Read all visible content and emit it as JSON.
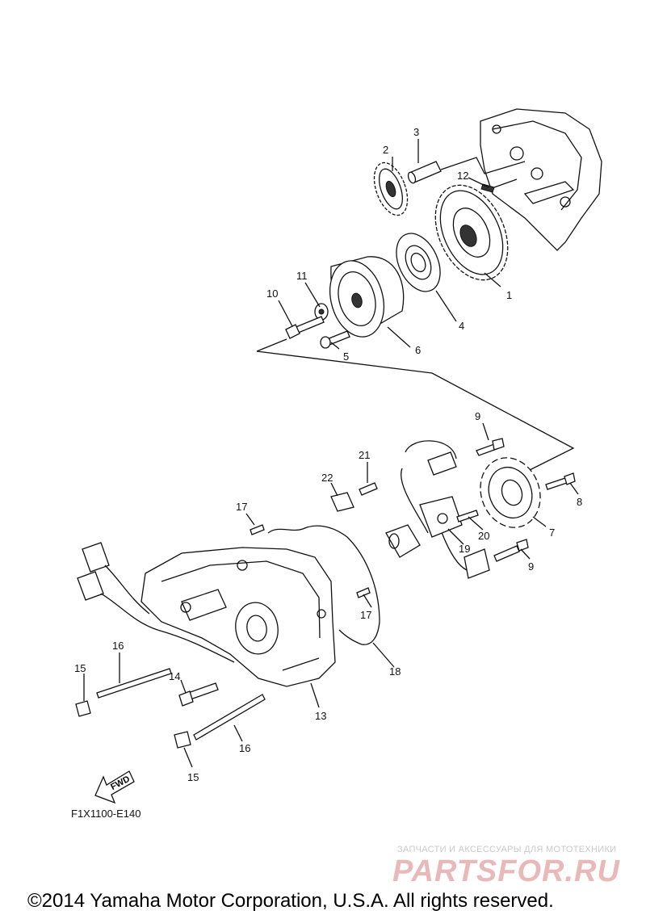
{
  "diagram": {
    "callouts": [
      {
        "id": "c1",
        "label": "1"
      },
      {
        "id": "c2",
        "label": "2"
      },
      {
        "id": "c3",
        "label": "3"
      },
      {
        "id": "c4",
        "label": "4"
      },
      {
        "id": "c5",
        "label": "5"
      },
      {
        "id": "c6",
        "label": "6"
      },
      {
        "id": "c7",
        "label": "7"
      },
      {
        "id": "c8",
        "label": "8"
      },
      {
        "id": "c9a",
        "label": "9"
      },
      {
        "id": "c9b",
        "label": "9"
      },
      {
        "id": "c10",
        "label": "10"
      },
      {
        "id": "c11",
        "label": "11"
      },
      {
        "id": "c12",
        "label": "12"
      },
      {
        "id": "c13",
        "label": "13"
      },
      {
        "id": "c14",
        "label": "14"
      },
      {
        "id": "c15a",
        "label": "15"
      },
      {
        "id": "c15b",
        "label": "15"
      },
      {
        "id": "c16a",
        "label": "16"
      },
      {
        "id": "c16b",
        "label": "16"
      },
      {
        "id": "c17a",
        "label": "17"
      },
      {
        "id": "c17b",
        "label": "17"
      },
      {
        "id": "c18",
        "label": "18"
      },
      {
        "id": "c19",
        "label": "19"
      },
      {
        "id": "c20",
        "label": "20"
      },
      {
        "id": "c21",
        "label": "21"
      },
      {
        "id": "c22",
        "label": "22"
      }
    ],
    "fwd_label": "FWD",
    "diagram_code": "F1X1100-E140"
  },
  "watermark": {
    "tagline": "ЗАПЧАСТИ И АКСЕССУАРЫ ДЛЯ МОТОТЕХНИКИ",
    "logo": "PARTSFOR.RU"
  },
  "footer": {
    "copyright": "©2014 Yamaha Motor Corporation, U.S.A. All rights reserved."
  }
}
